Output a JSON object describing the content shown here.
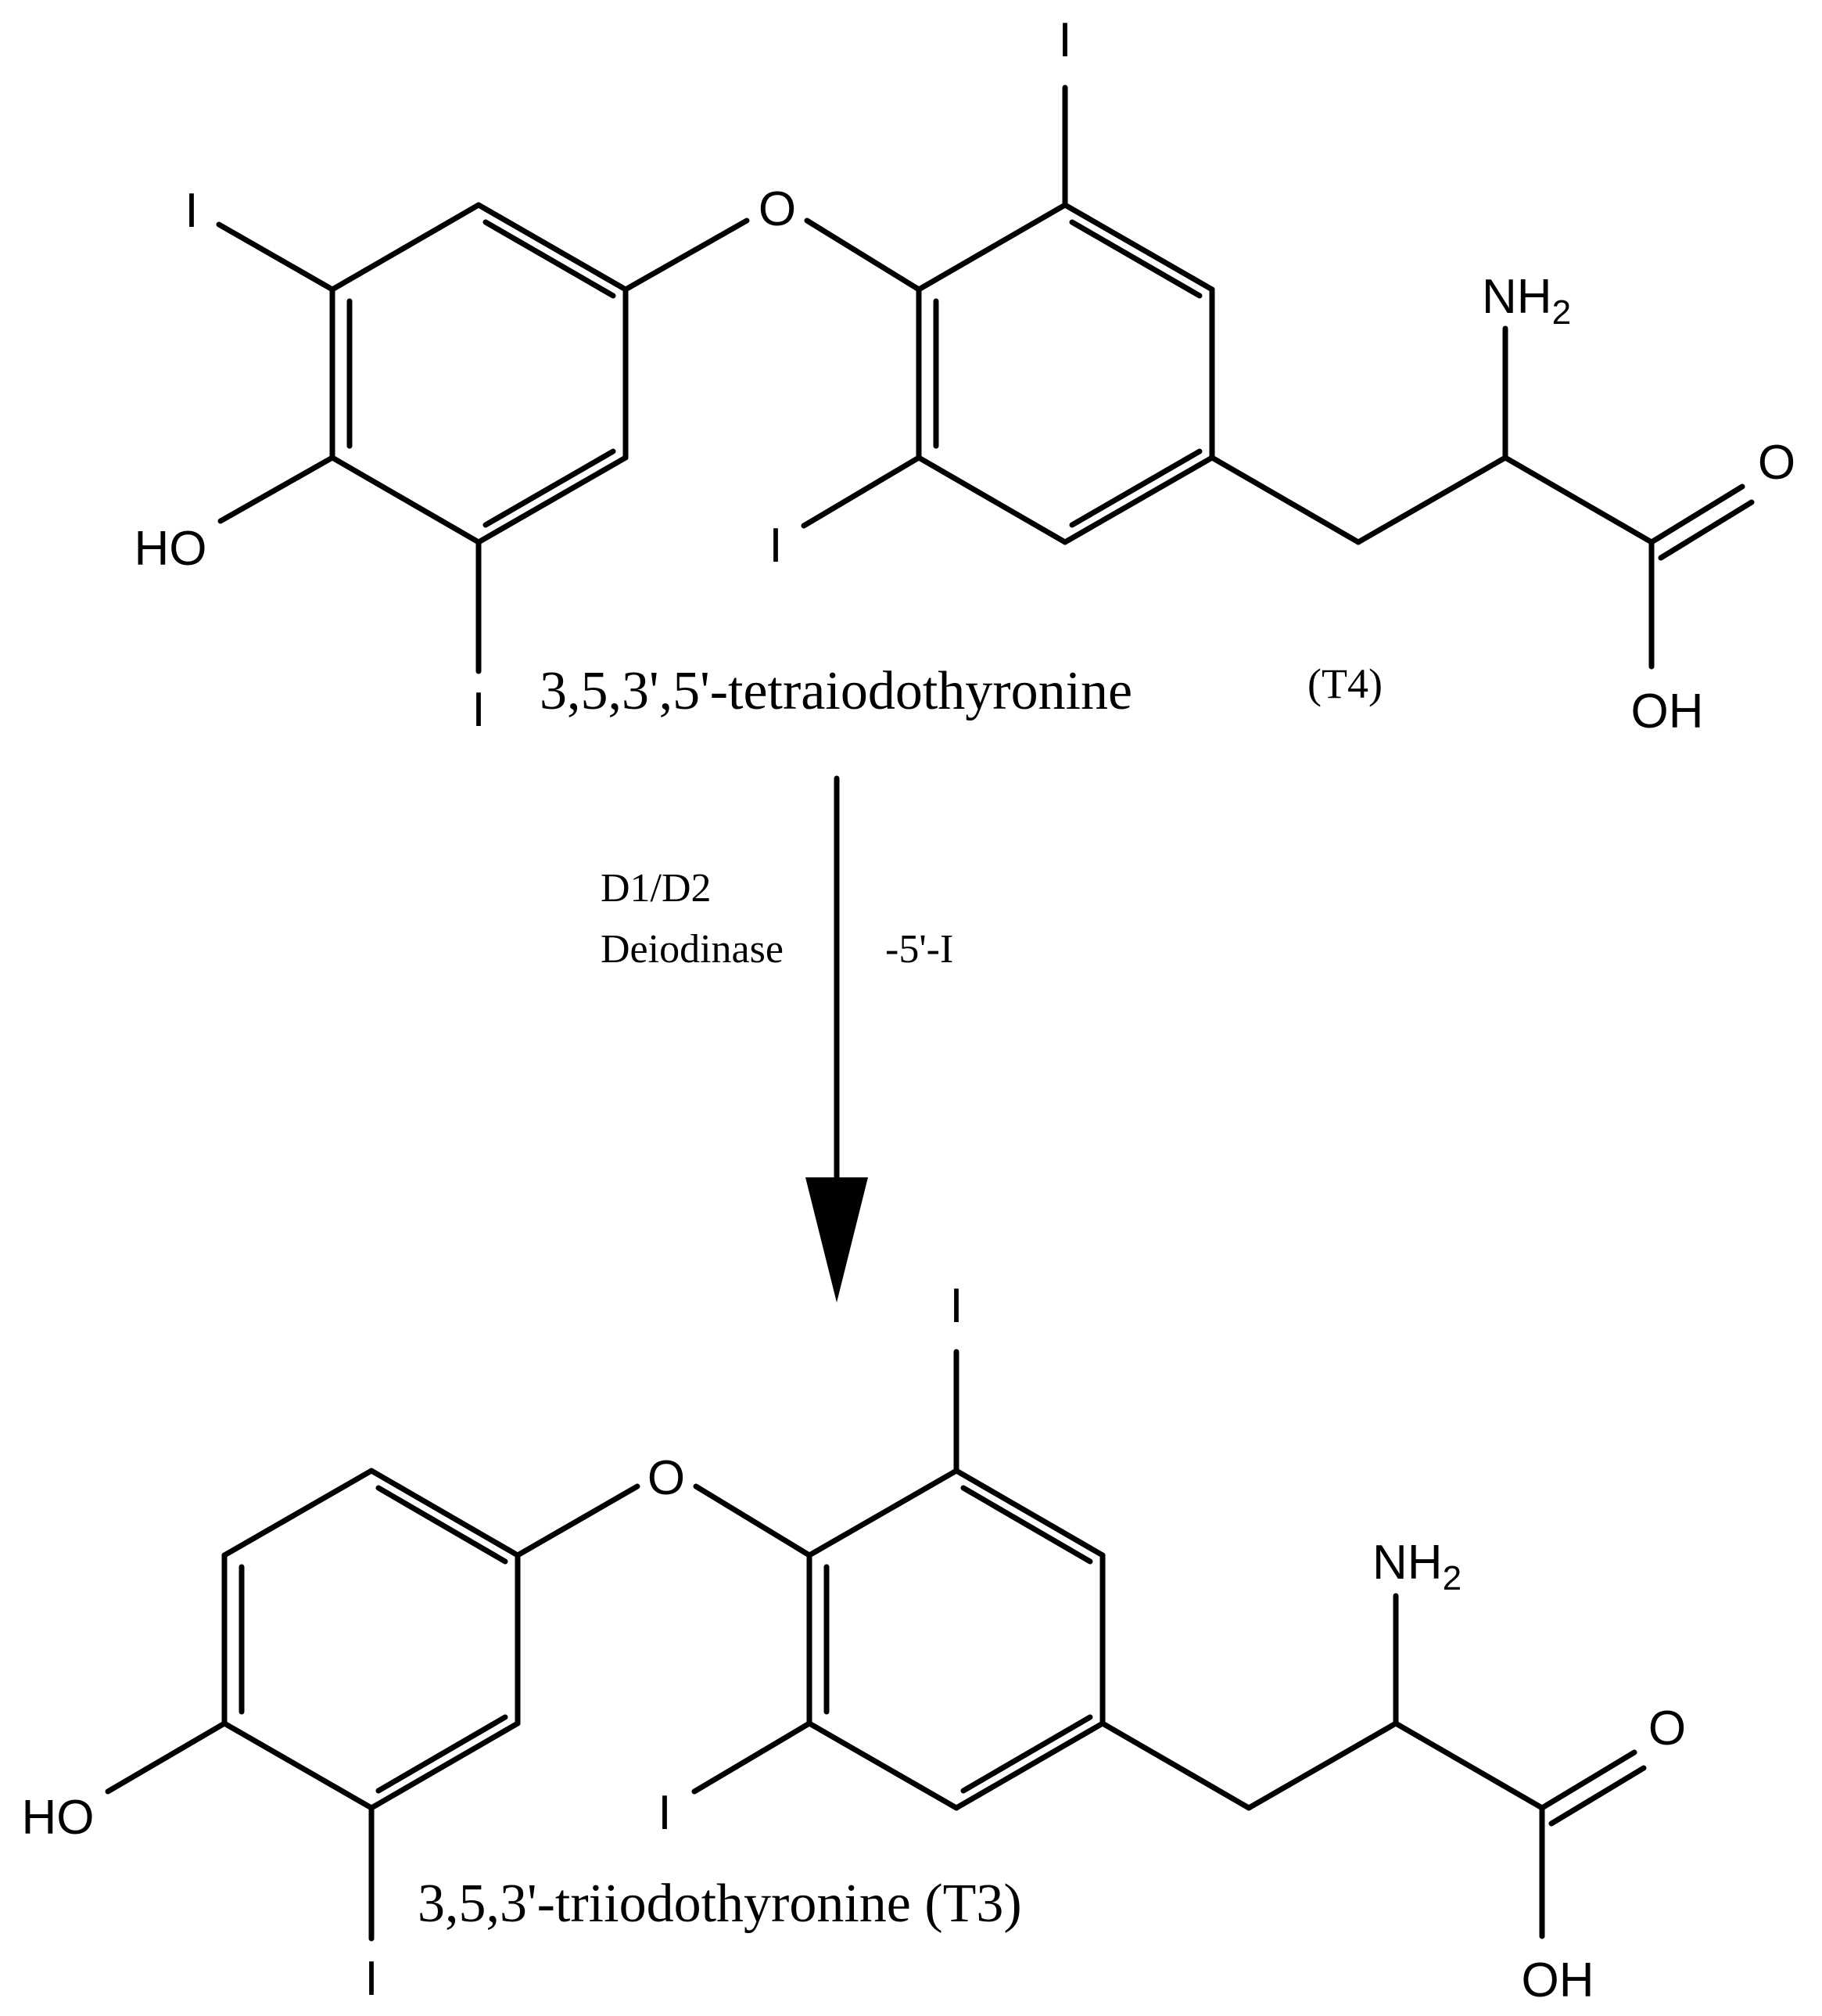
{
  "atoms": {
    "iodine": "I",
    "oxygen": "O",
    "hydroxyl": "HO",
    "acid_hydroxyl": "OH",
    "amine_main": "NH",
    "amine_sub": "2"
  },
  "top": {
    "name": "3,5,3',5'-tetraiodothyronine",
    "abbrev": "(T4)"
  },
  "reaction": {
    "enzyme_line1": "D1/D2",
    "enzyme_line2": "Deiodinase",
    "change": "-5'-I"
  },
  "bottom": {
    "name": "3,5,3'-triiodothyronine (T3)"
  }
}
